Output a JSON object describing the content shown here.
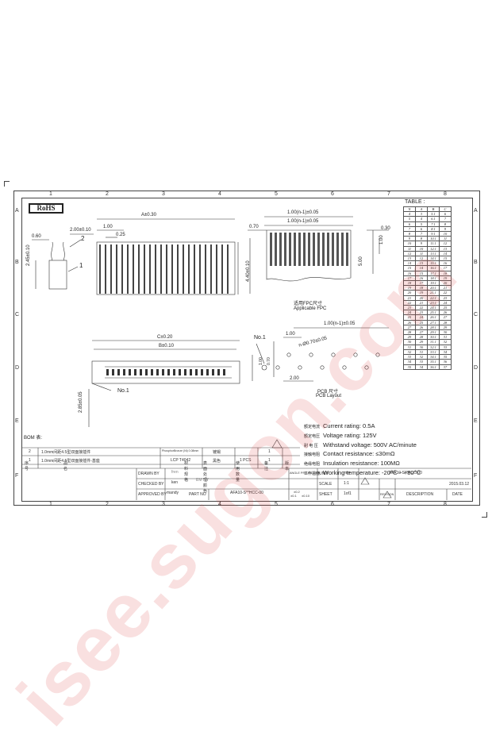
{
  "frame": {
    "col_labels": [
      "1",
      "2",
      "3",
      "4",
      "5",
      "6",
      "7",
      "8"
    ],
    "row_labels": [
      "A",
      "B",
      "C",
      "D",
      "E",
      "F"
    ]
  },
  "rohs": "RoHS",
  "dims": {
    "a": "A±0.30",
    "p060": "0.60",
    "p200": "2.00±0.10",
    "p100": "1.00",
    "p025": "0.25",
    "h245": "2.45±0.10",
    "pin1": "1",
    "pin2": "2",
    "p070": "0.70",
    "fpc1": "1.00(n-1)±0.05",
    "fpc2": "1.00(n-1)±0.05",
    "p030": "0.30",
    "p100b": "1.00",
    "h440": "4.40±0.10",
    "p500": "5.00",
    "fpc_label_cn": "适用FPC尺寸",
    "fpc_label_en": "Applicable FPC",
    "c": "C±0.20",
    "b": "B±0.10",
    "no1a": "No.1",
    "no1b": "No.1",
    "h285": "2.85±0.05",
    "pcb_top": "1.00(n-1)±0.05",
    "pcb_100": "1.00",
    "pcb_200": "2.00",
    "pcb_dia": "n-Ø0.70±0.05",
    "pcb_label_cn": "PCB 尺寸",
    "pcb_label_en": "PCB Layout",
    "h070": "0.70",
    "h100": "1.00"
  },
  "table": {
    "title": "TABLE :",
    "headers": [
      "N",
      "A",
      "B",
      "C"
    ],
    "rows": [
      [
        "4",
        "3",
        "5.1",
        "6"
      ],
      [
        "5",
        "4",
        "6.1",
        "7"
      ],
      [
        "6",
        "5",
        "7.1",
        "8"
      ],
      [
        "7",
        "6",
        "8.1",
        "9"
      ],
      [
        "8",
        "7",
        "9.1",
        "10"
      ],
      [
        "9",
        "8",
        "10.1",
        "11"
      ],
      [
        "10",
        "9",
        "11.1",
        "12"
      ],
      [
        "11",
        "10",
        "12.1",
        "13"
      ],
      [
        "12",
        "11",
        "13.1",
        "14"
      ],
      [
        "13",
        "12",
        "14.1",
        "15"
      ],
      [
        "14",
        "13",
        "15.1",
        "16"
      ],
      [
        "15",
        "14",
        "16.1",
        "17"
      ],
      [
        "16",
        "15",
        "17.1",
        "18"
      ],
      [
        "17",
        "16",
        "18.1",
        "19"
      ],
      [
        "18",
        "17",
        "19.1",
        "20"
      ],
      [
        "19",
        "18",
        "20.1",
        "21"
      ],
      [
        "20",
        "19",
        "21.1",
        "22"
      ],
      [
        "21",
        "20",
        "22.1",
        "23"
      ],
      [
        "22",
        "21",
        "23.1",
        "24"
      ],
      [
        "23",
        "22",
        "24.1",
        "25"
      ],
      [
        "24",
        "23",
        "25.1",
        "26"
      ],
      [
        "25",
        "24",
        "26.1",
        "27"
      ],
      [
        "26",
        "25",
        "27.1",
        "28"
      ],
      [
        "27",
        "26",
        "28.1",
        "29"
      ],
      [
        "28",
        "27",
        "29.1",
        "30"
      ],
      [
        "29",
        "28",
        "30.1",
        "31"
      ],
      [
        "30",
        "29",
        "31.1",
        "32"
      ],
      [
        "31",
        "30",
        "32.1",
        "33"
      ],
      [
        "32",
        "31",
        "33.1",
        "34"
      ],
      [
        "33",
        "32",
        "34.1",
        "35"
      ],
      [
        "34",
        "33",
        "35.1",
        "36"
      ],
      [
        "35",
        "34",
        "36.1",
        "37"
      ]
    ]
  },
  "specs": [
    {
      "cn": "额定电流",
      "en": "Current rating: 0.5A"
    },
    {
      "cn": "额定电压",
      "en": "Voltage rating: 125V"
    },
    {
      "cn": "耐 电 压",
      "en": "Withstand voltage: 500V AC/minute"
    },
    {
      "cn": "接触电阻",
      "en": "Contact resistance: ≤30mΩ"
    },
    {
      "cn": "绝缘电阻",
      "en": "Insulation resistance: 100MΩ"
    },
    {
      "cn": "工作温度",
      "en": "Working temperature: -20℃ ~ +80℃"
    }
  ],
  "bom": {
    "title": "BOM 表:",
    "row2": [
      "2",
      "1.0mm间距4.5型双面接插件",
      "PhosphorBronze (Ni) 0.08mm",
      "镀锡",
      "",
      "1"
    ],
    "row1": [
      "1",
      "1.0mm间距4.5型双面接插件-基座",
      "LCP T4042",
      "黑色",
      "1 PCS",
      "1"
    ],
    "header": [
      "序号",
      "品     名",
      "材料规格",
      "表面处理/颜色",
      "使用数量",
      "备   注",
      "版本"
    ]
  },
  "title_block": {
    "drawn_by_label": "DRAWN BY",
    "drawn_by": "fren",
    "checked_by_label": "CHECKED BY",
    "checked_by": "ken",
    "checked_extra": "EM",
    "approved_by_label": "APPROVED BY",
    "approved_by": "mandy",
    "part_no_label": "PART NO",
    "part_no": "AFA10-S**HCC-00",
    "angle_label": "ANGLE PROJECTION",
    "unit_label": "UNIT",
    "unit": "mm",
    "title_right": "AFA10-S**HCC-00",
    "scale_label": "SCALE",
    "scale": "1:1",
    "date": "2015.03.12",
    "tol1": "±0.2",
    "tol2": "±0.1",
    "tol3": "±0.10",
    "sheet_label": "SHEET",
    "sheet": "1of1",
    "revision_label": "REVISION",
    "description_label": "DESCRIPTION",
    "date_label": "DATE"
  },
  "watermark": "isee.sugon.com"
}
